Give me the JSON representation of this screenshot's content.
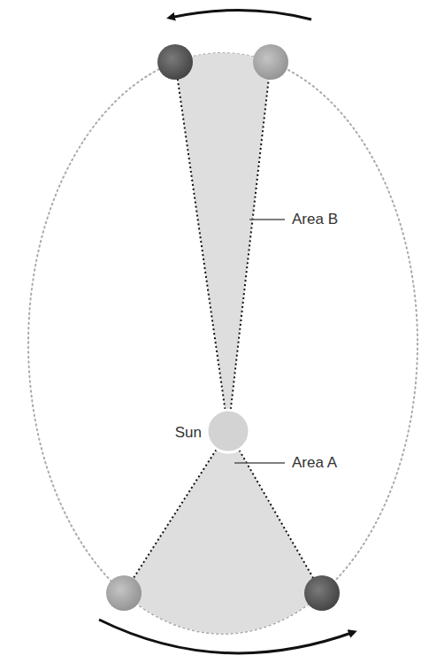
{
  "diagram": {
    "labels": [
      "Area B",
      "Sun",
      "Area A"
    ]
  }
}
